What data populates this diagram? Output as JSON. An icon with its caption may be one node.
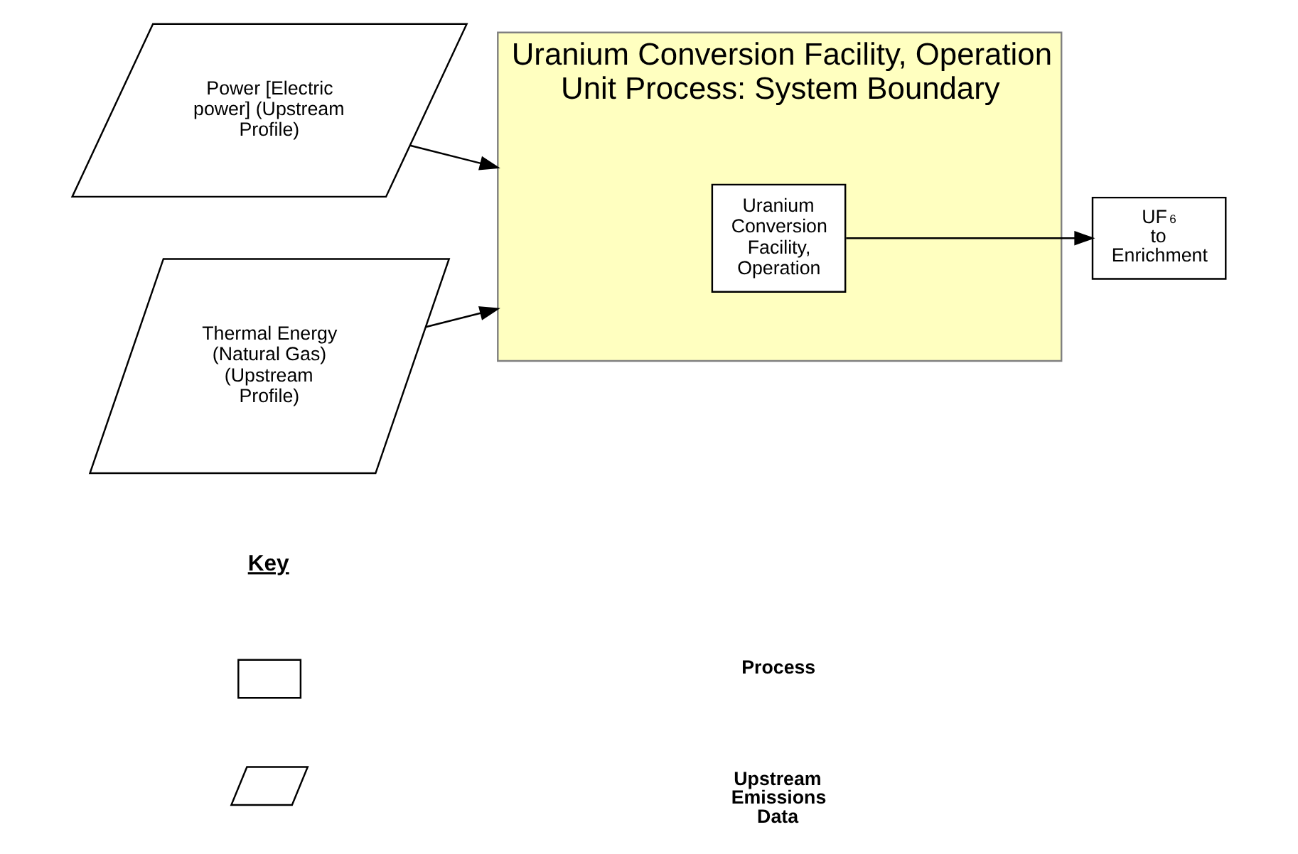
{
  "diagram": {
    "nodes": [
      {
        "text": [
          "Power [Electric power] (Upstream Profile)"
        ]
      },
      {
        "text": [
          "Thermal Energy (Natural Gas) (Upstream Profile)"
        ]
      },
      {
        "text": [
          "Uranium Conversion Facility, Operation Unit Process: System Boundary"
        ]
      },
      {
        "text": [
          "Uranium Conversion Facility, Operation"
        ],
        "in": 2
      },
      {
        "text": [
          "UF$_{6}$ to Enrichment"
        ]
      },
      {
        "text": [],
        "shape": "box"
      },
      {
        "text": [],
        "shape": "parallelogram"
      }
    ],
    "edges": [
      {
        "from": 0,
        "to": 2,
        "arrow": "to"
      },
      {
        "from": 1,
        "to": 2,
        "arrow": "to"
      },
      {
        "from": 3,
        "to": 4,
        "arrow": "to"
      }
    ],
    "labels": [
      "Key"
    ],
    "legend": [
      {
        "text": "Process"
      },
      {
        "text": "Upstream Emissions Data"
      }
    ]
  }
}
